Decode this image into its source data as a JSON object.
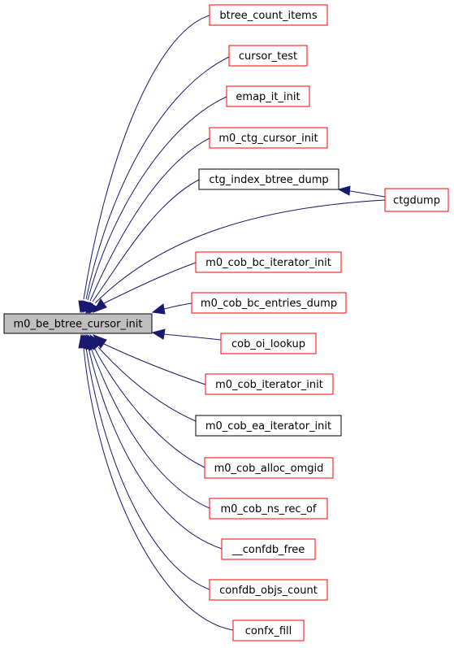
{
  "graph": {
    "root": {
      "id": "root",
      "label": "m0_be_btree_cursor_init",
      "style": "root"
    },
    "callers": [
      {
        "id": "n1",
        "label": "btree_count_items",
        "style": "red"
      },
      {
        "id": "n2",
        "label": "cursor_test",
        "style": "red"
      },
      {
        "id": "n3",
        "label": "emap_it_init",
        "style": "red"
      },
      {
        "id": "n4",
        "label": "m0_ctg_cursor_init",
        "style": "red"
      },
      {
        "id": "n5",
        "label": "ctg_index_btree_dump",
        "style": "black"
      },
      {
        "id": "n6",
        "label": "ctgdump",
        "style": "red"
      },
      {
        "id": "n7",
        "label": "m0_cob_bc_iterator_init",
        "style": "red"
      },
      {
        "id": "n8",
        "label": "m0_cob_bc_entries_dump",
        "style": "red"
      },
      {
        "id": "n9",
        "label": "cob_oi_lookup",
        "style": "red"
      },
      {
        "id": "n10",
        "label": "m0_cob_iterator_init",
        "style": "red"
      },
      {
        "id": "n11",
        "label": "m0_cob_ea_iterator_init",
        "style": "black"
      },
      {
        "id": "n12",
        "label": "m0_cob_alloc_omgid",
        "style": "red"
      },
      {
        "id": "n13",
        "label": "m0_cob_ns_rec_of",
        "style": "red"
      },
      {
        "id": "n14",
        "label": "__confdb_free",
        "style": "red"
      },
      {
        "id": "n15",
        "label": "confdb_objs_count",
        "style": "red"
      },
      {
        "id": "n16",
        "label": "confx_fill",
        "style": "red"
      }
    ],
    "edges": [
      {
        "from": "n1",
        "to": "root"
      },
      {
        "from": "n2",
        "to": "root"
      },
      {
        "from": "n3",
        "to": "root"
      },
      {
        "from": "n4",
        "to": "root"
      },
      {
        "from": "n5",
        "to": "root"
      },
      {
        "from": "n6",
        "to": "root"
      },
      {
        "from": "n6",
        "to": "n5"
      },
      {
        "from": "n7",
        "to": "root"
      },
      {
        "from": "n8",
        "to": "root"
      },
      {
        "from": "n9",
        "to": "root"
      },
      {
        "from": "n10",
        "to": "root"
      },
      {
        "from": "n11",
        "to": "root"
      },
      {
        "from": "n12",
        "to": "root"
      },
      {
        "from": "n13",
        "to": "root"
      },
      {
        "from": "n14",
        "to": "root"
      },
      {
        "from": "n15",
        "to": "root"
      },
      {
        "from": "n16",
        "to": "root"
      }
    ],
    "colors": {
      "edge": "#191970",
      "red_border": "#ff0000",
      "black_border": "#000000",
      "root_fill": "#bfbfbf",
      "node_fill": "#ffffff"
    }
  }
}
